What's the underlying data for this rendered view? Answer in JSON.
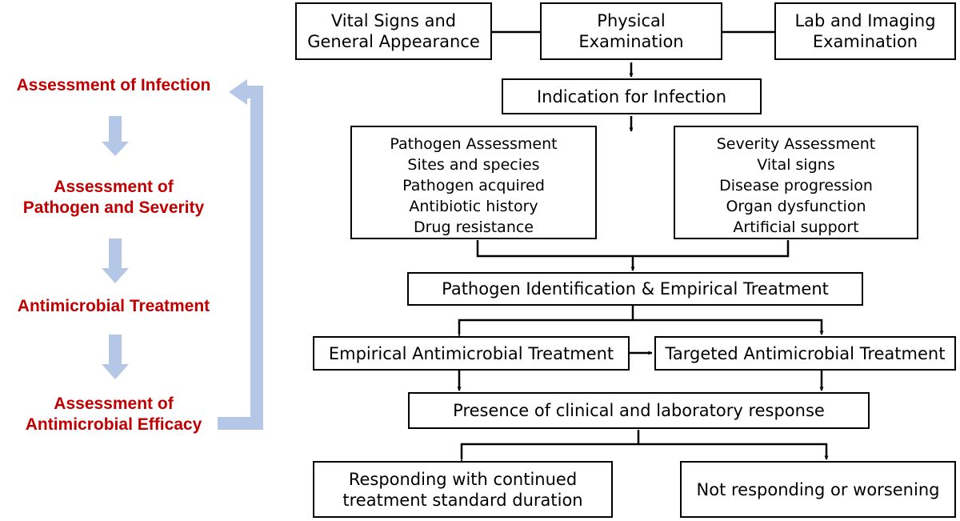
{
  "stages": [
    [
      "Assessment of Infection"
    ],
    [
      "Assessment of",
      "Pathogen and Severity"
    ],
    [
      "Antimicrobial Treatment"
    ],
    [
      "Assessment of",
      "Antimicrobial Efficacy"
    ]
  ],
  "boxes": {
    "vital_signs": [
      "Vital Signs and",
      "General Appearance"
    ],
    "physical": [
      "Physical",
      "Examination"
    ],
    "lab": [
      "Lab and Imaging",
      "Examination"
    ],
    "indication": [
      "Indication for Infection"
    ],
    "pathogen": {
      "title": "Pathogen Assessment",
      "items": [
        "Sites and species",
        "Pathogen acquired",
        "Antibiotic history",
        "Drug resistance"
      ]
    },
    "severity": {
      "title": "Severity Assessment",
      "items": [
        "Vital signs",
        "Disease progression",
        "Organ dysfunction",
        "Artificial support"
      ]
    },
    "identification": [
      "Pathogen Identification & Empirical Treatment"
    ],
    "empirical": [
      "Empirical Antimicrobial Treatment"
    ],
    "targeted": [
      "Targeted Antimicrobial Treatment"
    ],
    "response": [
      "Presence of clinical and laboratory response"
    ],
    "responding": [
      "Responding with continued",
      "treatment standard duration"
    ],
    "not_responding": [
      "Not responding or worsening"
    ]
  },
  "colors": {
    "stage_text": "#c00000",
    "stage_arrow": "#b4c7e7",
    "box_border": "#000000",
    "connector": "#000000"
  }
}
